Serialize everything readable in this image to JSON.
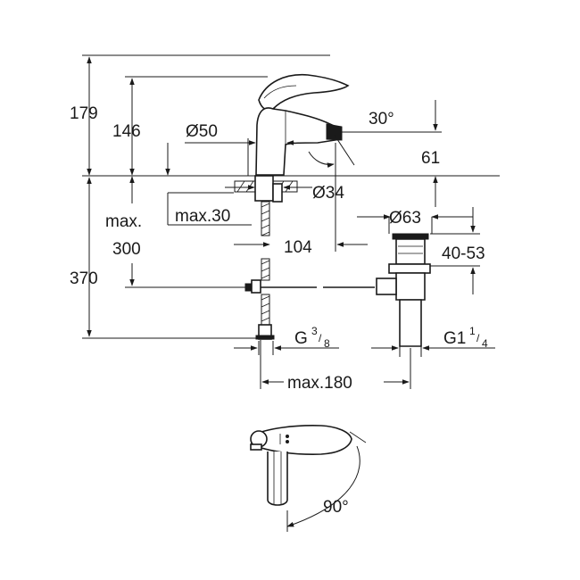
{
  "dimensions": {
    "total_height": "179",
    "spout_height": "146",
    "body_diameter": "Ø50",
    "lever_angle": "30°",
    "spout_clearance": "61",
    "hole_diameter": "Ø34",
    "deck_thickness": "max.30",
    "hose_length_max": "max.",
    "hose_length_value": "300",
    "spout_reach": "104",
    "waste_diameter": "Ø63",
    "waste_range": "40-53",
    "below_deck": "370",
    "inlet_thread_prefix": "G",
    "inlet_thread_num": "3",
    "inlet_thread_den": "8",
    "waste_thread_prefix": "G1",
    "waste_thread_num": "1",
    "waste_thread_den": "4",
    "rod_max": "max.180",
    "rotation_angle": "90°"
  }
}
